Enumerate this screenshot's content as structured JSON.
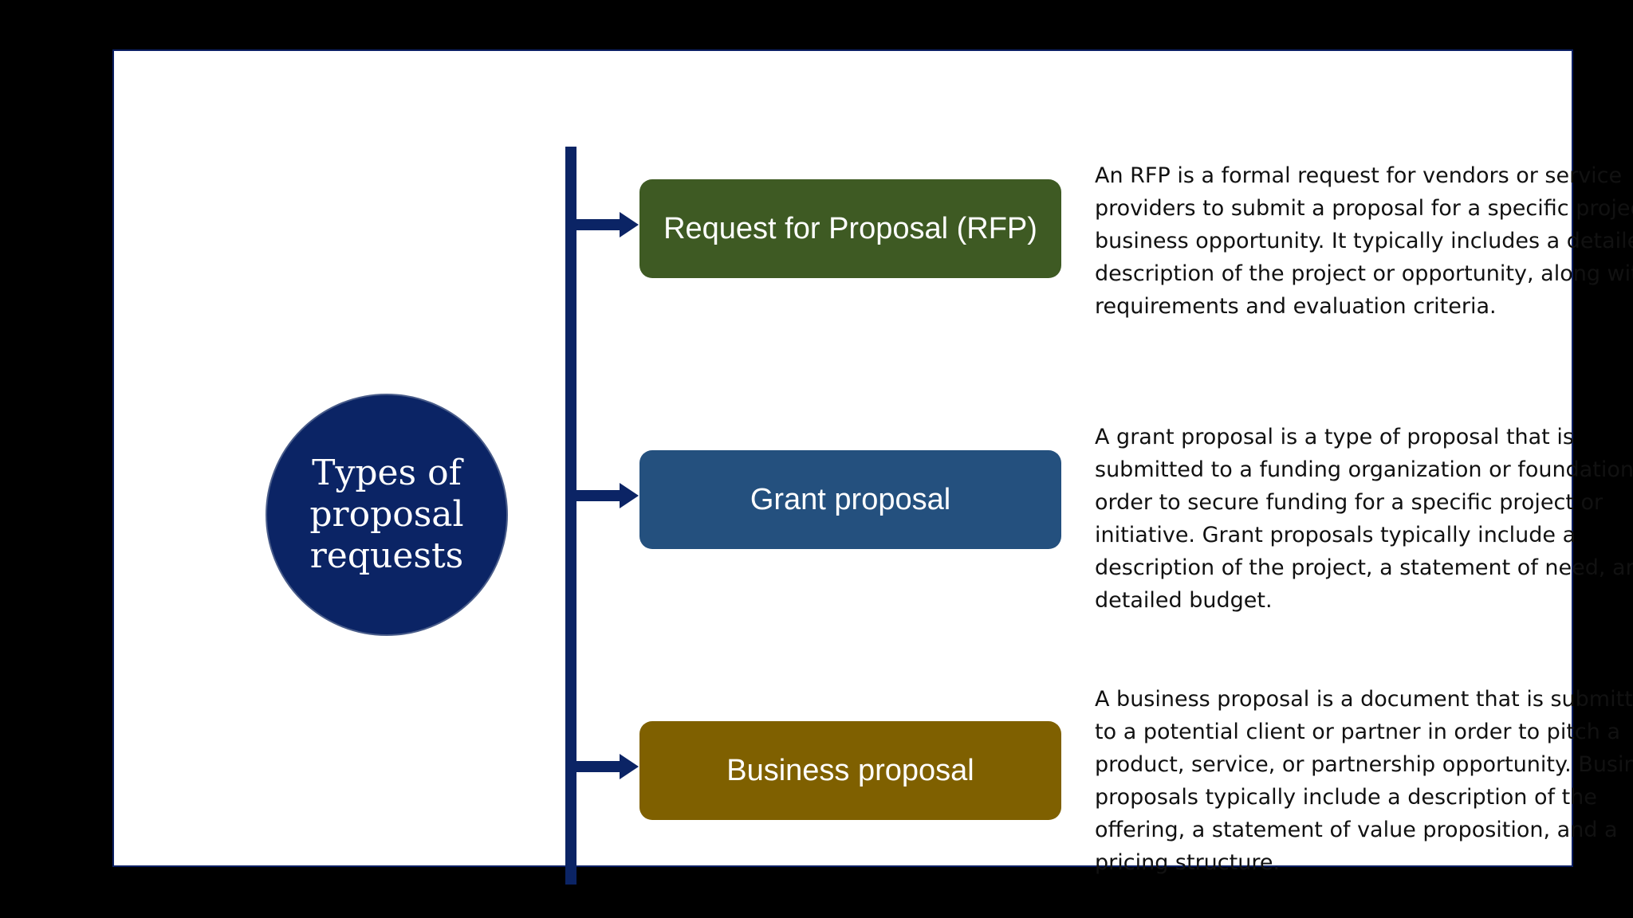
{
  "hub": {
    "title": "Types of proposal requests",
    "fill_color": "#0b2465"
  },
  "categories": [
    {
      "label": "Request for Proposal (RFP)",
      "color": "#3e5a23",
      "description": "An RFP is a formal request for vendors or service providers to submit a proposal for a specific project or business opportunity. It typically includes a detailed description of the project or opportunity, along with requirements and evaluation criteria."
    },
    {
      "label": "Grant proposal",
      "color": "#24507e",
      "description": "A grant proposal is a type of proposal that is submitted to a funding organization or foundation in order to secure funding for a specific project or initiative. Grant proposals typically include a description of the project, a statement of need, and a detailed budget."
    },
    {
      "label": "Business proposal",
      "color": "#7f6000",
      "description": "A business proposal is a document that is submitted to a potential client or partner in order to pitch a product, service, or partnership opportunity. Business proposals typically include a description of the offering, a statement of value proposition, and a pricing structure."
    }
  ],
  "connector_color": "#0b2465"
}
